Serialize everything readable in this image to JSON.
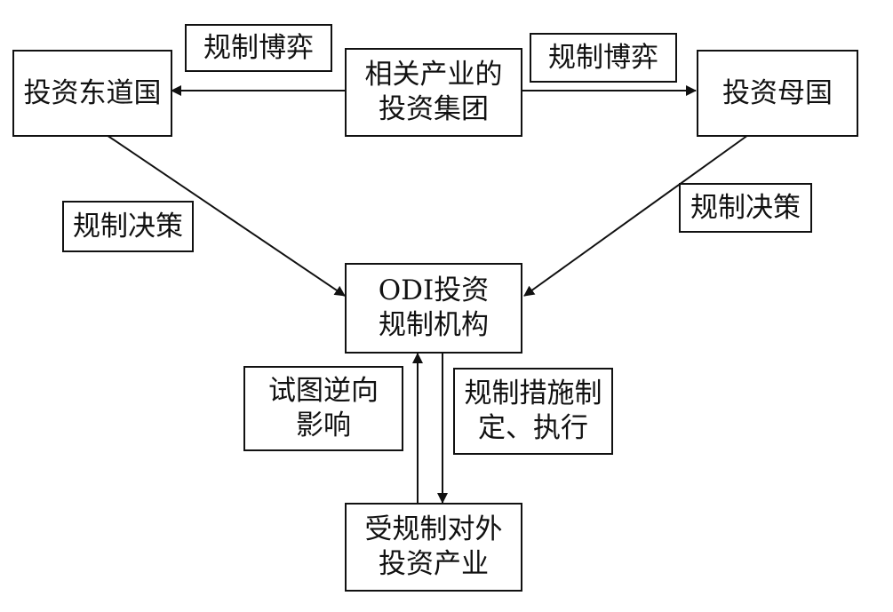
{
  "nodes": {
    "host_country": {
      "label": "投资东道国"
    },
    "investment_group": {
      "lines": [
        "相关产业的",
        "投资集团"
      ]
    },
    "home_country": {
      "label": "投资母国"
    },
    "odi_regulator": {
      "lines": [
        "ODI投资",
        "规制机构"
      ]
    },
    "regulated_industry": {
      "lines": [
        "受规制对外",
        "投资产业"
      ]
    }
  },
  "edge_labels": {
    "left_game": "规制博弈",
    "right_game": "规制博弈",
    "left_decision": "规制决策",
    "right_decision": "规制决策",
    "reverse_influence": [
      "试图逆向",
      "影响"
    ],
    "measures": [
      "规制措施制",
      "定、执行"
    ]
  },
  "colors": {
    "stroke": "#111111",
    "background": "#ffffff"
  }
}
